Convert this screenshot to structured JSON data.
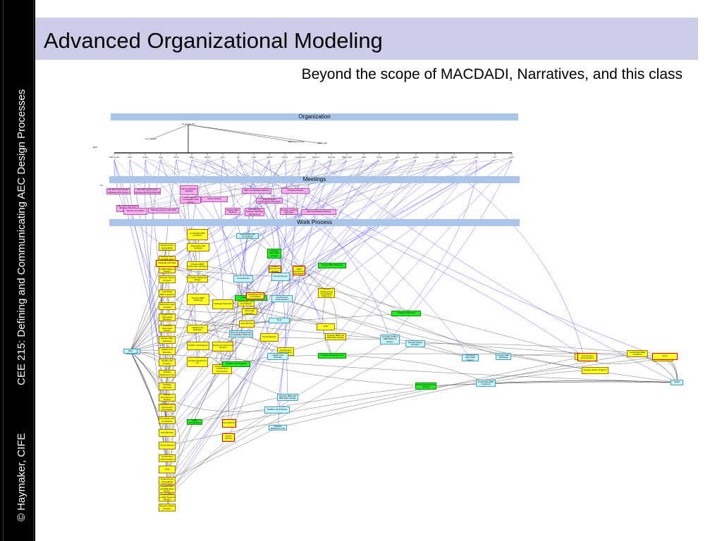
{
  "slide": {
    "title": "Advanced Organizational Modeling",
    "subtitle": "Beyond the scope of MACDADI, Narratives, and this class",
    "side_course": "CEE 215: Defining and Communicating AEC Design Processes",
    "side_credit": "© Haymaker, CIFE"
  },
  "diagram": {
    "sections": {
      "organization": "Organization",
      "meetings": "Meetings",
      "work_process": "Work Process"
    },
    "colors": {
      "section_bar": "#a9c6ea",
      "activity_yellow": "#ffff22",
      "milestone_green": "#22ee22",
      "info_cyan": "#c6f4ff",
      "meeting_pink": "#ffaaf2",
      "critical_red": "#dd0000",
      "link_blue": "#5a5aff",
      "link_gray": "#555555"
    },
    "org_nodes": [
      "Developer PM",
      "Key Players",
      "MEP Coordinator",
      "MEP Lead",
      "Arch",
      "Struct",
      "Civil",
      "Mech",
      "Elec",
      "Plumb",
      "Fire",
      "GC",
      "Cost",
      "Sched",
      "Owner",
      "Landscape",
      "Telecom",
      "Security"
    ],
    "meeting_nodes": [
      "Lab Planning Program Meetings with Doctors",
      "Lab Planning Program meeting with Docs Reports",
      "Lab Coordination Meeting",
      "Bid Program Coordination with Clients",
      "Lab Planning Program Meeting with Lab Consultant",
      "Review cost status",
      "Planning session with DPS",
      "Owner Review",
      "MEP Coordination Meeting",
      "Final Program Confirmation with Users",
      "Progress Review",
      "Weekly MEP Meeting"
    ],
    "process_nodes": [
      "Receive Programming Acceptability Statement",
      "Develop MEP and BPE Early Design",
      "Compare ECM to MEP Basis of Design",
      "Develop Space Program",
      "Coordinate MEP Locations",
      "Electrical Load Analysis",
      "Prepare MEP Schematic Narrative",
      "Complete Schematic Design",
      "Review MEP Drawings",
      "Update Cost Estimate",
      "Finalize Lab Program",
      "Prepare Equipment List",
      "Package Submittal",
      "Design Development Review",
      "Complete 100% Construction Documents",
      "Coordinate with Consultants",
      "Issue Bid Set",
      "Permit Review",
      "Construction Administration",
      "Final"
    ]
  }
}
